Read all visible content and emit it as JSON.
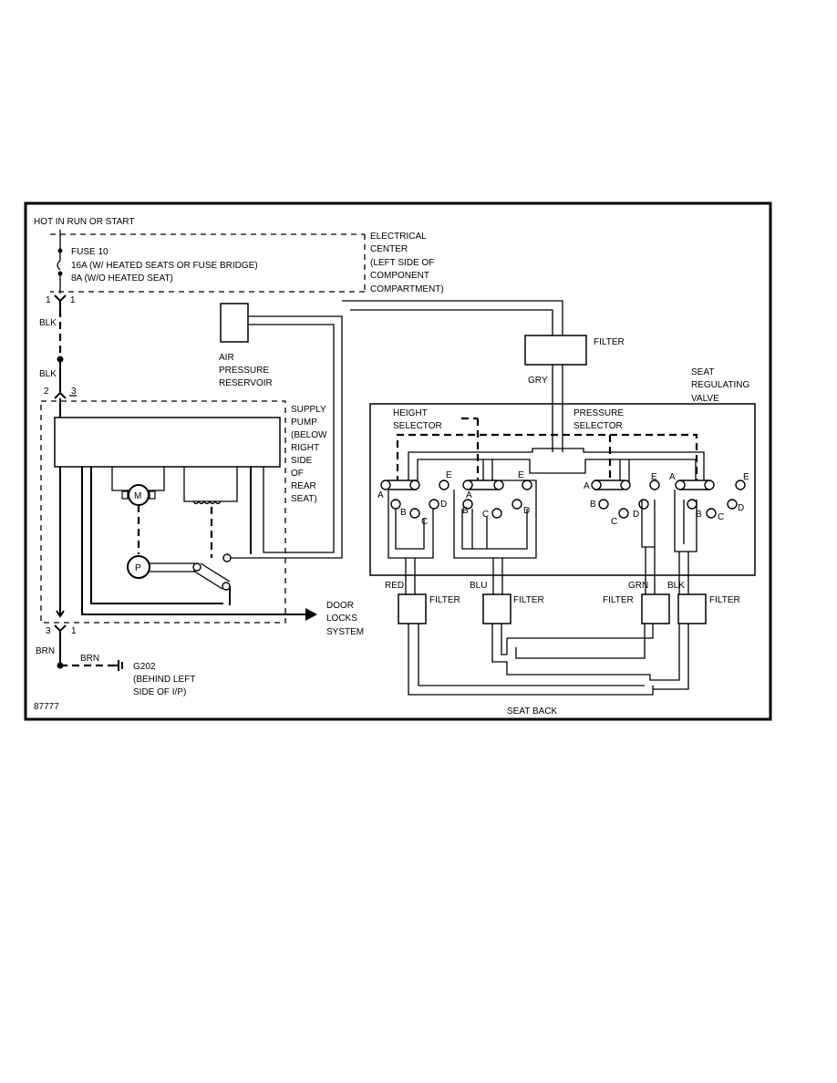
{
  "labels": {
    "hot": "HOT IN RUN OR START",
    "fuse": "FUSE 10",
    "fuse_16a": "16A (W/ HEATED SEATS OR FUSE BRIDGE)",
    "fuse_8a": "8A (W/O HEATED SEAT)",
    "elec_center": [
      "ELECTRICAL",
      "CENTER",
      "(LEFT SIDE OF",
      "COMPONENT",
      "COMPARTMENT)"
    ],
    "pin_1_top": "1",
    "pin_1_top_b": "1",
    "blk_1": "BLK",
    "blk_2": "BLK",
    "pin_2": "2",
    "pin_3_top": "3",
    "air_reservoir": [
      "AIR",
      "PRESSURE",
      "RESERVOIR"
    ],
    "supply_pump": [
      "SUPPLY",
      "PUMP",
      "(BELOW",
      "RIGHT",
      "SIDE",
      "OF",
      "REAR",
      "SEAT)"
    ],
    "motor": "M",
    "pump": "P",
    "door_locks": [
      "DOOR",
      "LOCKS",
      "SYSTEM"
    ],
    "pin_3_bottom": "3",
    "pin_1_bottom": "1",
    "brn_1": "BRN",
    "brn_2": "BRN",
    "ground": [
      "G202",
      "(BEHIND LEFT",
      "SIDE OF I/P)"
    ],
    "diagram_id": "87777",
    "filter_top": "FILTER",
    "gry": "GRY",
    "seat_valve": [
      "SEAT",
      "REGULATING",
      "VALVE"
    ],
    "height_selector": [
      "HEIGHT",
      "SELECTOR"
    ],
    "pressure_selector": [
      "PRESSURE",
      "SELECTOR"
    ],
    "port_a": "A",
    "port_b": "B",
    "port_c": "C",
    "port_d": "D",
    "port_e": "E",
    "red": "RED",
    "blu": "BLU",
    "grn": "GRN",
    "blk_valve": "BLK",
    "filter": "FILTER",
    "seat_back": "SEAT BACK"
  }
}
